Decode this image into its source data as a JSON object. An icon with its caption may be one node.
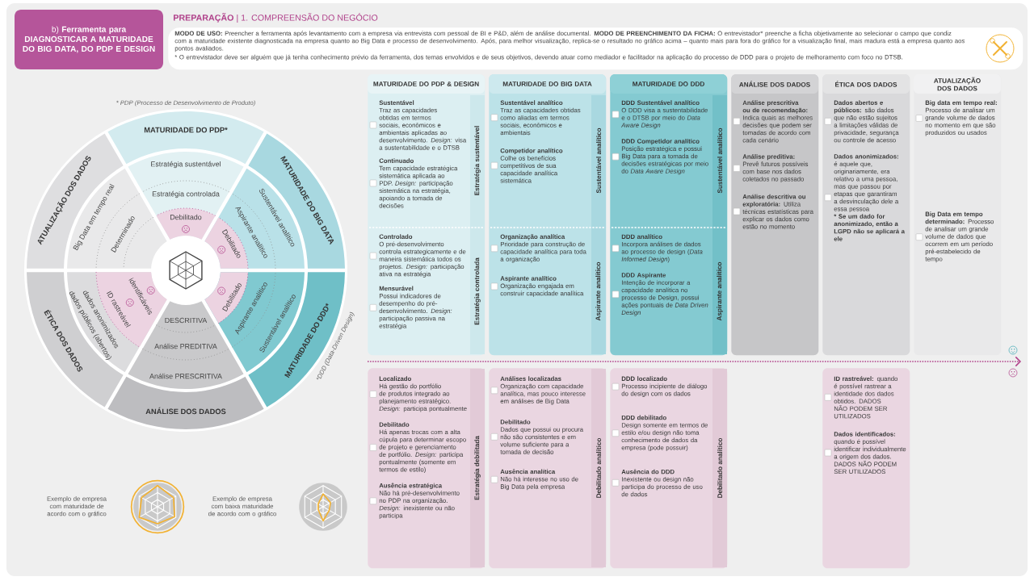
{
  "diagram": {
    "nodes": [
      {
        "text": [
          "b) **Ferramenta para DIAGNOSTICAR A MATURIDADE DO BIG DATA, DO PDP E DESIGN**"
        ]
      },
      {
        "text": [
          "**PREPARAÇÃO** | 1. COMPREENSÃO DO NEGÓCIO",
          "**MODO DE USO:** Preencher a ferramenta após levantamento com a empresa via entrevista com pessoal de BI e P&D, além de análise documental. **MODO DE PREENCHIMENTO DA FICHA:** O entrevistador* preenche a ficha objetivamente ao selecionar o campo que condiz com a maturidade existente diagnosticada na empresa quanto ao Big Data e processo de desenvolvimento. Após, para melhor visualização, replica-se o resultado no gráfico acima – quanto mais para fora do gráfico for a visualização final, mais madura está a empresa quanto aos pontos avaliados.",
          "* O entrevistador deve ser alguém que já tenha conhecimento prévio da ferramenta, dos temas envolvidos e de seus objetivos, devendo atuar como mediador e facilitador na aplicação do processo de DDD para o projeto de melhoramento com foco no DTSB."
        ]
      },
      {
        "text": [
          "MATURIDADE DO PDP*",
          "Estratégia sustentável",
          "Estratégia controlada",
          "Debilitado"
        ],
        "beside": [
          "* PDP (Processo de Desenvolvimento de Produto)"
        ]
      },
      {
        "text": [
          "MATURIDADE DO BIG DATA",
          "Sustentável analítico",
          "Aspirante analítico",
          "Debilitado"
        ]
      },
      {
        "text": [
          "MATURIDADE DO DDD*",
          "Sustentável analítico",
          "Aspirante analítico",
          "Debilitado"
        ],
        "beside": [
          "*DDD (Data-Driven Design)"
        ]
      },
      {
        "text": [
          "DESCRITIVA",
          "Análise PREDITIVA",
          "Análise PRESCRITIVA",
          "ANÁLISE DOS DADOS"
        ]
      },
      {
        "text": [
          "ÉTICA DOS DADOS",
          "dados públicos (abertos)",
          "dados anonimizados",
          "ID rastreável",
          "identificáveis"
        ]
      },
      {
        "text": [
          "ATUALIZAÇÃO DOS DADOS",
          "Big Data em tempo real",
          "Determinado"
        ]
      },
      {
        "text": [
          "MATURIDADE DO PDP & DESIGN"
        ]
      },
      {
        "text": [
          "Sustentável",
          "Traz as capacidades obtidas em termos sociais, econômicos e ambientais aplicadas ao desenvolvimento. *Design:* visa a sustentabilidade e o DTSB"
        ],
        "in": 8
      },
      {
        "text": [
          "Continuado",
          "Tem capacidade estratégica sistemática aplicada ao PDP. *Design:* participação sistemática na estratégia, apoiando a tomada de decisões"
        ],
        "in": 8
      },
      {
        "text": [
          "Controlado",
          "O pré-desenvolvimento controla estrategicamente e de maneira sistemática todos os projetos. *Design:* participação ativa na estratégia"
        ],
        "in": 8
      },
      {
        "text": [
          "Mensurável",
          "Possui indicadores de desempenho do pré-desenvolvimento. *Design:* participação passiva na estratégia"
        ],
        "in": 8
      },
      {
        "text": [
          "MATURIDADE DO BIG DATA"
        ]
      },
      {
        "text": [
          "Sustentável analítico",
          "Traz as capacidades obtidas como aliadas em termos sociais, econômicos e ambientais"
        ],
        "in": 13
      },
      {
        "text": [
          "Competidor analítico",
          "Colhe os benefícios competitivos de sua capacidade analítica sistemática"
        ],
        "in": 13
      },
      {
        "text": [
          "Organização analítica",
          "Prioridade para construção de capacidade analítica para toda a organização"
        ],
        "in": 13
      },
      {
        "text": [
          "Aspirante analítico",
          "Organização engajada em construir capacidade analítica"
        ],
        "in": 13
      },
      {
        "text": [
          "MATURIDADE DO DDD"
        ]
      },
      {
        "text": [
          "DDD Sustentável analítico",
          "O DDD visa a sustentabilidade e o DTSB por meio do *Data Aware Design*"
        ],
        "in": 18
      },
      {
        "text": [
          "DDD Competidor analítico",
          "Posição estratégica e possui Big Data para a tomada de decisões estratégicas por meio do *Data Aware Design*"
        ],
        "in": 18
      },
      {
        "text": [
          "DDD analítico",
          "Incorpora análises de dados ao processo de design (*Data Informed Design*)"
        ],
        "in": 18
      },
      {
        "text": [
          "DDD Aspirante",
          "Intenção de incorporar a capacidade analítica no processo de Design, possui ações pontuais de *Data Driven Design*"
        ],
        "in": 18
      },
      {
        "text": [
          "ANÁLISE DOS DADOS"
        ]
      },
      {
        "text": [
          "Análise prescritiva ou de recomendação:",
          "Indica quais as melhores decisões que podem ser tomadas de acordo com cada cenário"
        ],
        "in": 23
      },
      {
        "text": [
          "Análise preditiva:",
          "Prevê futuros possíveis com base nos dados coletados no passado"
        ],
        "in": 23
      },
      {
        "text": [
          "Análise descritiva ou exploratória:",
          "Utiliza técnicas estatísticas para explicar os dados como estão no momento"
        ],
        "in": 23
      },
      {
        "text": [
          "ÉTICA DOS DADOS"
        ]
      },
      {
        "text": [
          "Dados abertos e públicos:",
          "são dados que não estão sujeitos a limitações válidas de privacidade, segurança ou controle de acesso"
        ],
        "in": 27
      },
      {
        "text": [
          "Dados anonimizados:",
          "é aquele que, originariamente, era relativo a uma pessoa, mas que passou por etapas que garantiram a desvinculação dele a essa pessoa",
          "* Se um dado for anonimizado, então a LGPD não se aplicará a ele"
        ],
        "in": 27
      },
      {
        "text": [
          "ATUALIZAÇÃO DOS DADOS"
        ]
      },
      {
        "text": [
          "Big data em tempo real:",
          "Processo de analisar um grande volume de dados no momento em que são produzidos ou usados"
        ],
        "in": 30
      },
      {
        "text": [
          "Big Data em tempo determinado:",
          "Processo de analisar um grande volume de dados que ocorrem em um período pré-estabelecido de tempo"
        ],
        "in": 30
      },
      {
        "text": [],
        "shape": "box"
      },
      {
        "text": [
          "Localizado",
          "Há gestão do portfólio de produtos integrado ao planejamento estratégico. *Design:* participa pontualmente"
        ],
        "in": 33
      },
      {
        "text": [
          "Debilitado",
          "Há apenas trocas com a alta cúpula para determinar escopo de projeto e gerenciamento de portfólio. *Design:* participa pontualmente (somente em termos de estilo)"
        ],
        "in": 33
      },
      {
        "text": [
          "Ausência estratégica",
          "Não há pré-desenvolvimento no PDP na organização. *Design:* inexistente ou não participa"
        ],
        "in": 33
      },
      {
        "text": [],
        "shape": "box"
      },
      {
        "text": [
          "Análises localizadas",
          "Organização com capacidade analítica, mas pouco interesse em análises de Big Data"
        ],
        "in": 37
      },
      {
        "text": [
          "Debilitado",
          "Dados que possui ou procura não são consistentes e em volume suficiente para a tomada de decisão"
        ],
        "in": 37
      },
      {
        "text": [
          "Ausência analítica",
          "Não há interesse no uso de Big Data pela empresa"
        ],
        "in": 37
      },
      {
        "text": [],
        "shape": "box"
      },
      {
        "text": [
          "DDD localizado",
          "Processo incipiente de diálogo do design com os dados"
        ],
        "in": 41
      },
      {
        "text": [
          "DDD debilitado",
          "Design somente em termos de estilo e/ou design não toma conhecimento de dados da empresa (pode possuir)"
        ],
        "in": 41
      },
      {
        "text": [
          "Ausência do DDD",
          "Inexistente ou design não participa do processo de uso de dados"
        ],
        "in": 41
      },
      {
        "text": [],
        "shape": "box"
      },
      {
        "text": [
          "ID rastreável:",
          "quando é possível rastrear a identidade dos dados obtidos. DADOS NÃO PODEM SER UTILIZADOS"
        ],
        "in": 45
      },
      {
        "text": [
          "Dados identificados:",
          "quando é possível identificar individualmente a origem dos dados. DADOS NÃO PODEM SER UTILIZADOS"
        ],
        "in": 45
      }
    ],
    "labels": [
      "Exemplo de empresa com maturidade de acordo com o gráfico",
      "Exemplo de empresa com baixa maturidade de acordo com o gráfico",
      "Estratégia sustentável",
      "Sustentável analítico",
      "Sustentável analítico",
      "Estratégia controlada",
      "Aspirante analítico",
      "Aspirante analítico",
      "Estratégia debilitada",
      "Debilitado analítico",
      "Debilitado analítico"
    ]
  }
}
